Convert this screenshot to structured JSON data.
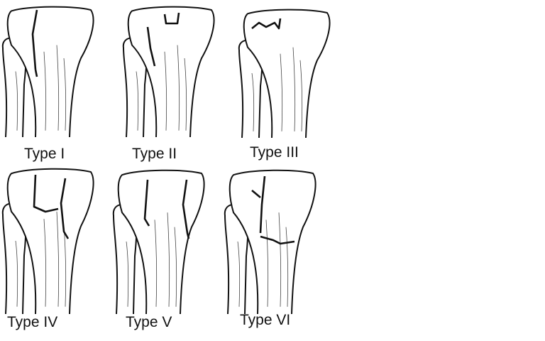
{
  "title": "Tibial plateau fracture types",
  "panels": [
    {
      "label": "Type I"
    },
    {
      "label": "Type II"
    },
    {
      "label": "Type III"
    },
    {
      "label": "Type IV"
    },
    {
      "label": "Type V"
    },
    {
      "label": "Type VI"
    }
  ]
}
